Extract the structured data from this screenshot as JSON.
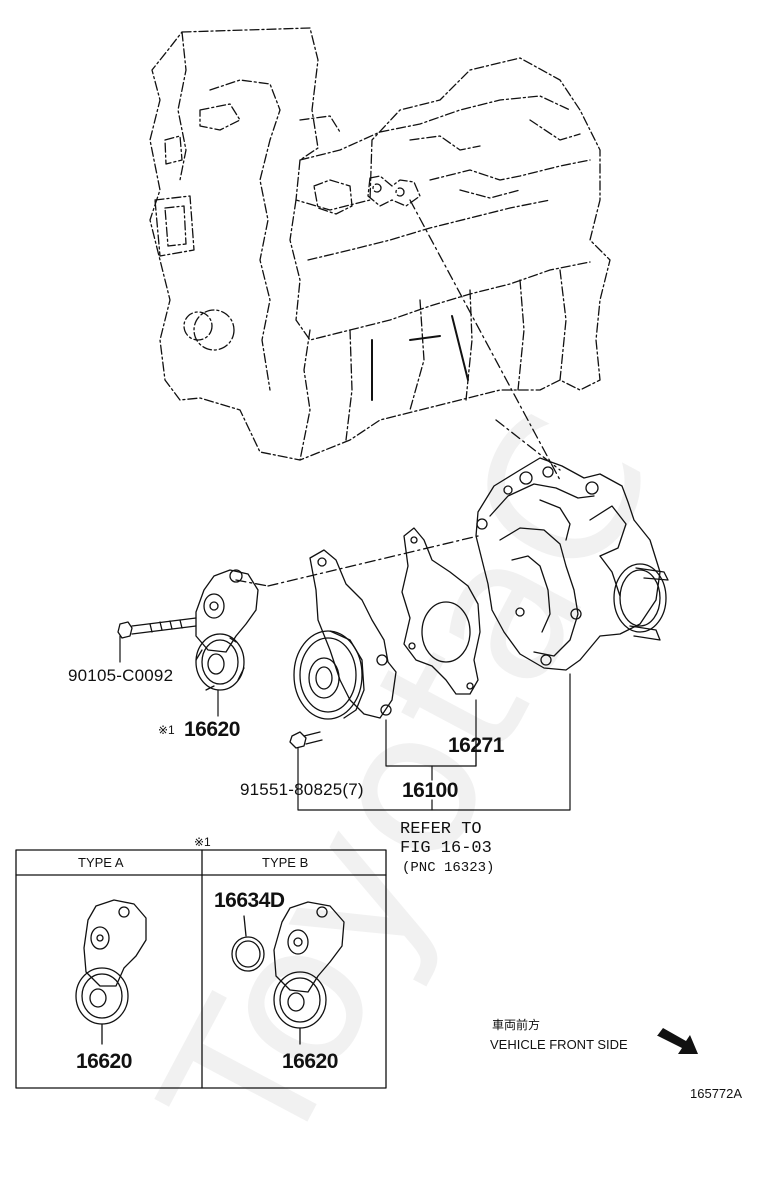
{
  "parts": {
    "bolt_tensioner": "90105-C0092",
    "tensioner_note": "※1",
    "tensioner": "16620",
    "bolt_pump": "91551-80825(7)",
    "gasket": "16271",
    "pump": "16100"
  },
  "refer": {
    "line1": "REFER TO",
    "line2": "FIG 16-03",
    "line3": "(PNC 16323)"
  },
  "inset": {
    "note": "※1",
    "type_a": {
      "header": "TYPE A",
      "part": "16620"
    },
    "type_b": {
      "header": "TYPE B",
      "part": "16620",
      "cover": "16634D"
    }
  },
  "direction": {
    "japanese": "車両前方",
    "english": "VEHICLE FRONT SIDE"
  },
  "figure_id": "165772A",
  "watermark": "ToyotaC"
}
